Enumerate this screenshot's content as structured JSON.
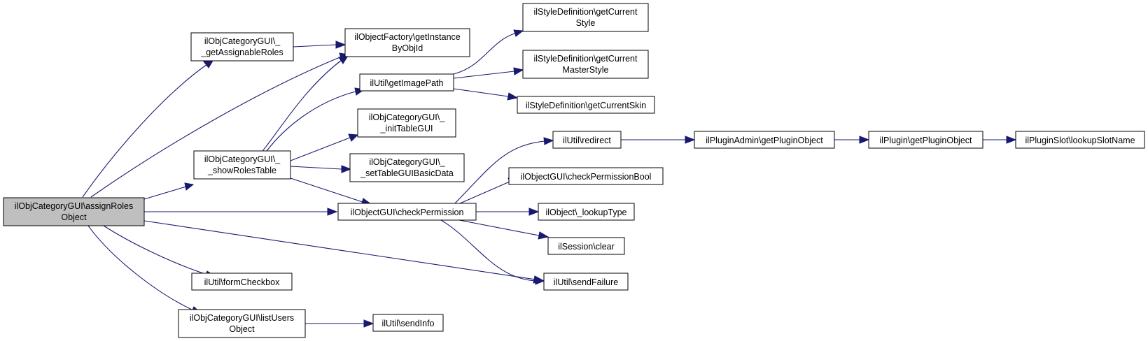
{
  "colors": {
    "edge": "#191970",
    "node_fill": "#ffffff",
    "root_fill": "#bfbfbf",
    "border": "#000000"
  },
  "nodes": {
    "assignRolesObject": {
      "lines": [
        "ilObjCategoryGUI\\assignRoles",
        "Object"
      ]
    },
    "getAssignableRoles": {
      "lines": [
        "ilObjCategoryGUI\\_",
        "_getAssignableRoles"
      ]
    },
    "showRolesTable": {
      "lines": [
        "ilObjCategoryGUI\\_",
        "_showRolesTable"
      ]
    },
    "formCheckbox": {
      "lines": [
        "ilUtil\\formCheckbox"
      ]
    },
    "listUsersObject": {
      "lines": [
        "ilObjCategoryGUI\\listUsers",
        "Object"
      ]
    },
    "getInstanceByObjId": {
      "lines": [
        "ilObjectFactory\\getInstance",
        "ByObjId"
      ]
    },
    "getImagePath": {
      "lines": [
        "ilUtil\\getImagePath"
      ]
    },
    "initTableGUI": {
      "lines": [
        "ilObjCategoryGUI\\_",
        "_initTableGUI"
      ]
    },
    "setTableGUIBasicData": {
      "lines": [
        "ilObjCategoryGUI\\_",
        "_setTableGUIBasicData"
      ]
    },
    "checkPermission": {
      "lines": [
        "ilObjectGUI\\checkPermission"
      ]
    },
    "sendInfo": {
      "lines": [
        "ilUtil\\sendInfo"
      ]
    },
    "getCurrentStyle": {
      "lines": [
        "ilStyleDefinition\\getCurrent",
        "Style"
      ]
    },
    "getCurrentMasterStyle": {
      "lines": [
        "ilStyleDefinition\\getCurrent",
        "MasterStyle"
      ]
    },
    "getCurrentSkin": {
      "lines": [
        "ilStyleDefinition\\getCurrentSkin"
      ]
    },
    "redirect": {
      "lines": [
        "ilUtil\\redirect"
      ]
    },
    "checkPermissionBool": {
      "lines": [
        "ilObjectGUI\\checkPermissionBool"
      ]
    },
    "lookupType": {
      "lines": [
        "ilObject\\_lookupType"
      ]
    },
    "sessionClear": {
      "lines": [
        "ilSession\\clear"
      ]
    },
    "sendFailure": {
      "lines": [
        "ilUtil\\sendFailure"
      ]
    },
    "getPluginObjectAdmin": {
      "lines": [
        "ilPluginAdmin\\getPluginObject"
      ]
    },
    "getPluginObject": {
      "lines": [
        "ilPlugin\\getPluginObject"
      ]
    },
    "lookupSlotName": {
      "lines": [
        "ilPluginSlot\\lookupSlotName"
      ]
    }
  }
}
